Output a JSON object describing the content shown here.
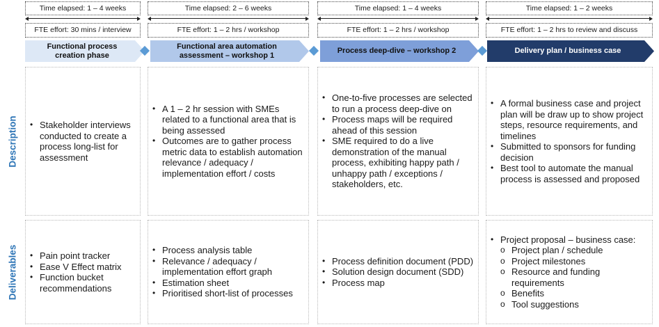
{
  "columns": [
    {
      "time": "Time elapsed: 1 – 4 weeks",
      "fte": "FTE effort: 30 mins / interview",
      "phase_line1": "Functional process",
      "phase_line2": "creation phase",
      "description": [
        "Stakeholder interviews conducted to create a process long-list for assessment"
      ],
      "deliverables": [
        "Pain point tracker",
        "Ease V Effect matrix",
        "Function bucket recommendations"
      ]
    },
    {
      "time": "Time elapsed: 2 – 6 weeks",
      "fte": "FTE effort: 1 – 2 hrs / workshop",
      "phase_line1": "Functional area automation",
      "phase_line2": "assessment – workshop 1",
      "description": [
        "A 1 – 2 hr session with SMEs related to a functional area that is being assessed",
        "Outcomes are to gather process metric data to establish automation relevance / adequacy / implementation effort / costs"
      ],
      "deliverables": [
        "Process analysis table",
        "Relevance / adequacy / implementation effort graph",
        "Estimation sheet",
        "Prioritised short-list of processes"
      ]
    },
    {
      "time": "Time elapsed: 1 – 4 weeks",
      "fte": "FTE effort: 1 – 2 hrs / workshop",
      "phase_line1": "Process deep-dive – workshop 2",
      "phase_line2": "",
      "description": [
        "One-to-five processes are selected to run a process deep-dive on",
        "Process maps will be required ahead of this session",
        "SME required to do a live demonstration of the manual process, exhibiting happy path / unhappy path / exceptions / stakeholders, etc."
      ],
      "deliverables": [
        "Process definition document (PDD)",
        "Solution design document (SDD)",
        "Process map"
      ]
    },
    {
      "time": "Time elapsed: 1 – 2 weeks",
      "fte": "FTE effort: 1 – 2 hrs to review and discuss",
      "phase_line1": "Delivery plan / business case",
      "phase_line2": "",
      "description": [
        "A formal business case and project plan will be draw up to show project steps, resource requirements, and timelines",
        "Submitted to sponsors for funding decision",
        "Best tool to automate the manual process is assessed and proposed"
      ],
      "deliverables_main": "Project proposal – business case:",
      "deliverables_sub": [
        "Project plan / schedule",
        "Project milestones",
        "Resource and funding requirements",
        "Benefits",
        "Tool suggestions"
      ]
    }
  ],
  "row_labels": {
    "description": "Description",
    "deliverables": "Deliverables"
  },
  "colors": {
    "phase1": "#dde8f6",
    "phase2": "#b1c8ea",
    "phase3": "#7e9fd9",
    "phase4": "#223c6a",
    "diamond": "#5b9bd5",
    "label_blue": "#2e75b6"
  }
}
